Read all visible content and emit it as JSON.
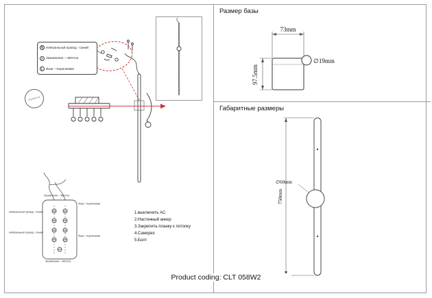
{
  "product": {
    "coding_label": "Product coding: CLT 058W2"
  },
  "left_panel": {
    "logo_text": "crystal lux",
    "wire_legend": [
      {
        "symbol": "N",
        "label": "Нейтральный провод - Синий"
      },
      {
        "symbol": "≡",
        "label": "Заземление —Жёлтое"
      },
      {
        "symbol": "L",
        "label": "Фаза —Коричневая"
      }
    ],
    "steps": [
      "1.выключить AC",
      "2.Настенный  анкер",
      "3.Закрепить планку  к  потолку",
      "4.Саморез",
      "5.Болт"
    ],
    "connector_labels": {
      "ground_top": "Заземление – Жёлтое",
      "phase_top": "Фаза – Коричневая",
      "neutral_left_1": "Нейтральный провод - Синий",
      "neutral_left_2": "Нейтральный провод - Синий",
      "phase_right": "Фаза – Коричневая",
      "ground_bottom": "Заземление – Жёлтое"
    }
  },
  "base_size_panel": {
    "title": "Размер базы",
    "width": "73mm",
    "height": "97.5mm",
    "ball_diameter": "∅19mm"
  },
  "overall_size_panel": {
    "title": "Габаритные размеры",
    "ball_diameter": "∅60mm",
    "length": "750mm"
  }
}
